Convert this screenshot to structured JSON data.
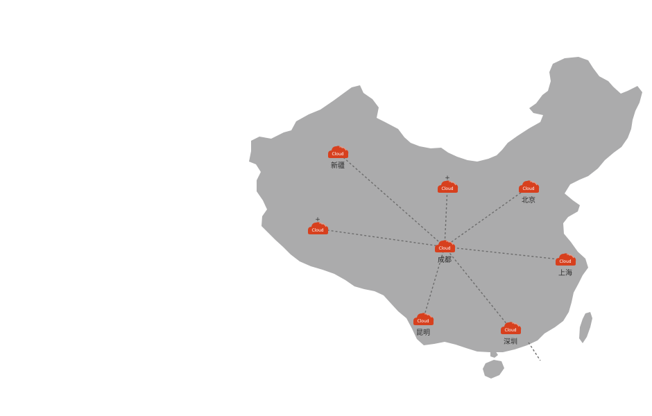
{
  "map": {
    "land_color": "#ababac",
    "cloud_color": "#d7401e",
    "line_color": "#6b6b6b",
    "cloud_icon_text": "Cloud",
    "plus_symbol": "+",
    "hub": "chengdu"
  },
  "nodes": [
    {
      "id": "xinjiang",
      "label": "新疆"
    },
    {
      "id": "northwest",
      "label": "",
      "plus": true
    },
    {
      "id": "beijing",
      "label": "北京"
    },
    {
      "id": "tibet",
      "label": "",
      "plus": true
    },
    {
      "id": "chengdu",
      "label": "成都"
    },
    {
      "id": "shanghai",
      "label": "上海"
    },
    {
      "id": "kunming",
      "label": "昆明"
    },
    {
      "id": "shenzhen",
      "label": "深圳"
    }
  ],
  "links": [
    [
      "chengdu",
      "xinjiang"
    ],
    [
      "chengdu",
      "northwest"
    ],
    [
      "chengdu",
      "beijing"
    ],
    [
      "chengdu",
      "tibet"
    ],
    [
      "chengdu",
      "shanghai"
    ],
    [
      "chengdu",
      "kunming"
    ],
    [
      "chengdu",
      "shenzhen"
    ]
  ]
}
